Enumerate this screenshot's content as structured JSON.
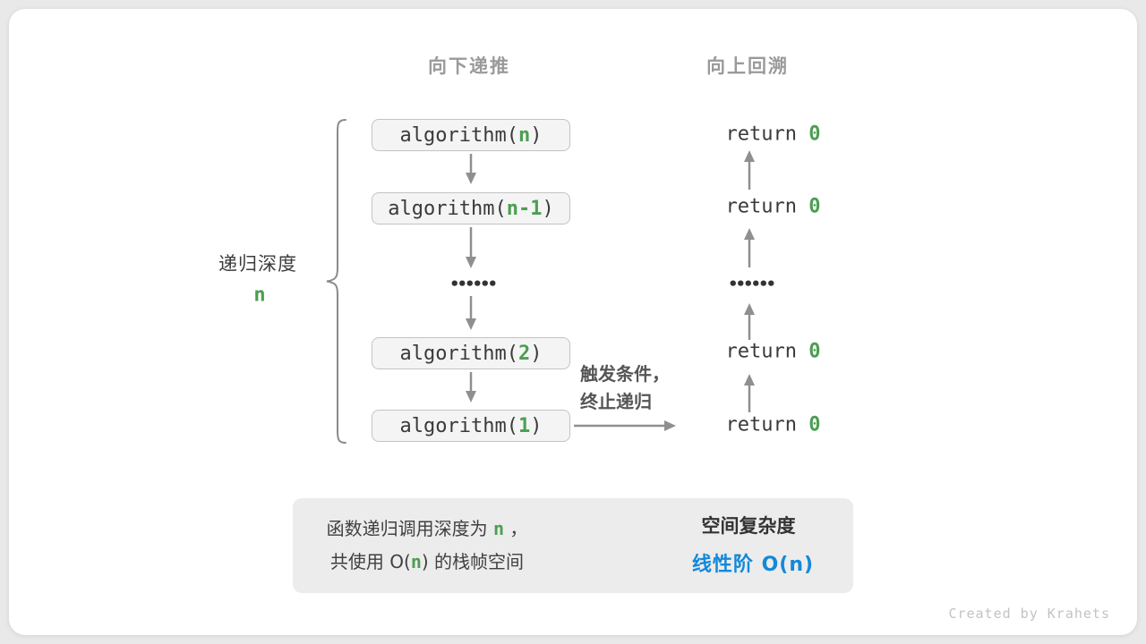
{
  "diagram": {
    "title_down": "向下递推",
    "title_up": "向上回溯",
    "depth_label": "递归深度",
    "depth_var": "n",
    "ellipsis": "••••••",
    "boxes": [
      {
        "pre": "algorithm(",
        "arg": "n",
        "post": ")"
      },
      {
        "pre": "algorithm(",
        "arg": "n-1",
        "post": ")"
      },
      {
        "pre": "algorithm(",
        "arg": "2",
        "post": ")"
      },
      {
        "pre": "algorithm(",
        "arg": "1",
        "post": ")"
      }
    ],
    "returns": [
      {
        "pre": "return ",
        "val": "0"
      },
      {
        "pre": "return ",
        "val": "0"
      },
      {
        "pre": "return ",
        "val": "0"
      },
      {
        "pre": "return ",
        "val": "0"
      }
    ],
    "base_case_line1": "触发条件，",
    "base_case_line2": "终止递归"
  },
  "summary": {
    "line1_pre": "函数递归调用深度为 ",
    "line1_arg": "n",
    "line1_post": " ，",
    "line2_pre": "共使用 O(",
    "line2_arg": "n",
    "line2_post": ") 的栈帧空间",
    "result_title": "空间复杂度",
    "result_value": "线性阶 O(n)"
  },
  "credit": "Created by Krahets",
  "colors": {
    "green": "#4c9e52",
    "blue": "#1389d9",
    "arrow": "#8f8f8f"
  }
}
